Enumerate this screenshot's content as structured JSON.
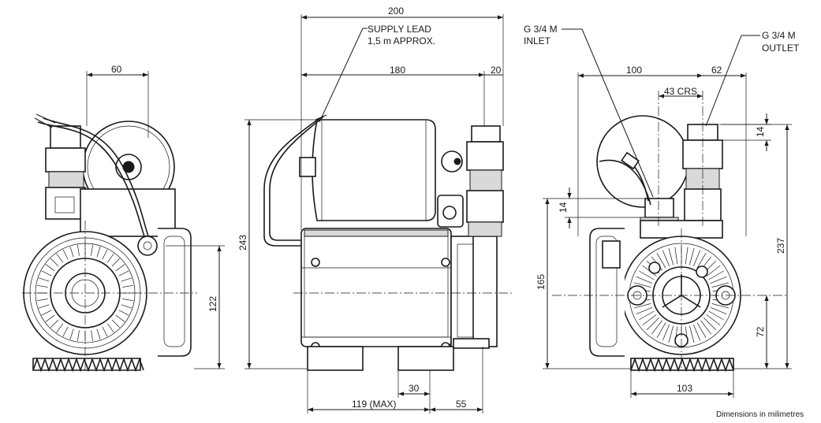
{
  "dimensions": {
    "front_width_60": "60",
    "front_height_122": "122",
    "overall_width_200": "200",
    "width_180": "180",
    "width_20": "20",
    "overall_height_243": "243",
    "supply_lead_line1": "SUPPLY LEAD",
    "supply_lead_line2": "1,5 m APPROX.",
    "feet_30": "30",
    "depth_119": "119 (MAX)",
    "offset_55": "55",
    "inlet_line1": "G 3/4 M",
    "inlet_line2": "INLET",
    "outlet_line1": "G 3/4 M",
    "outlet_line2": "OUTLET",
    "rear_width_100": "100",
    "rear_width_62": "62",
    "centres_43": "43 CRS",
    "thread_14_top": "14",
    "thread_14_mid": "14",
    "height_165": "165",
    "height_237": "237",
    "height_72": "72",
    "base_103": "103"
  },
  "note": "Dimensions in milimetres"
}
